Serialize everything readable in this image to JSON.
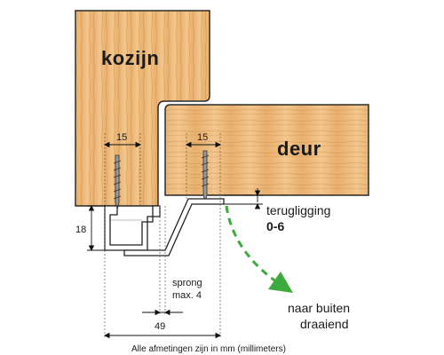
{
  "labels": {
    "kozijn": "kozijn",
    "deur": "deur",
    "dim_15_left": "15",
    "dim_15_right": "15",
    "dim_18": "18",
    "terugligging": "terugligging",
    "terugligging_value": "0-6",
    "sprong": "sprong",
    "sprong_value": "max. 4",
    "dim_49": "49",
    "naar_buiten_1": "naar buiten",
    "naar_buiten_2": "draaiend",
    "footnote": "Alle afmetingen zijn in mm (millimeters)"
  },
  "colors": {
    "wood_light": "#f2c48a",
    "wood_dark": "#d99a55",
    "outline": "#2a2a2a",
    "arrow_green": "#3daa3d",
    "profile": "#ffffff"
  }
}
